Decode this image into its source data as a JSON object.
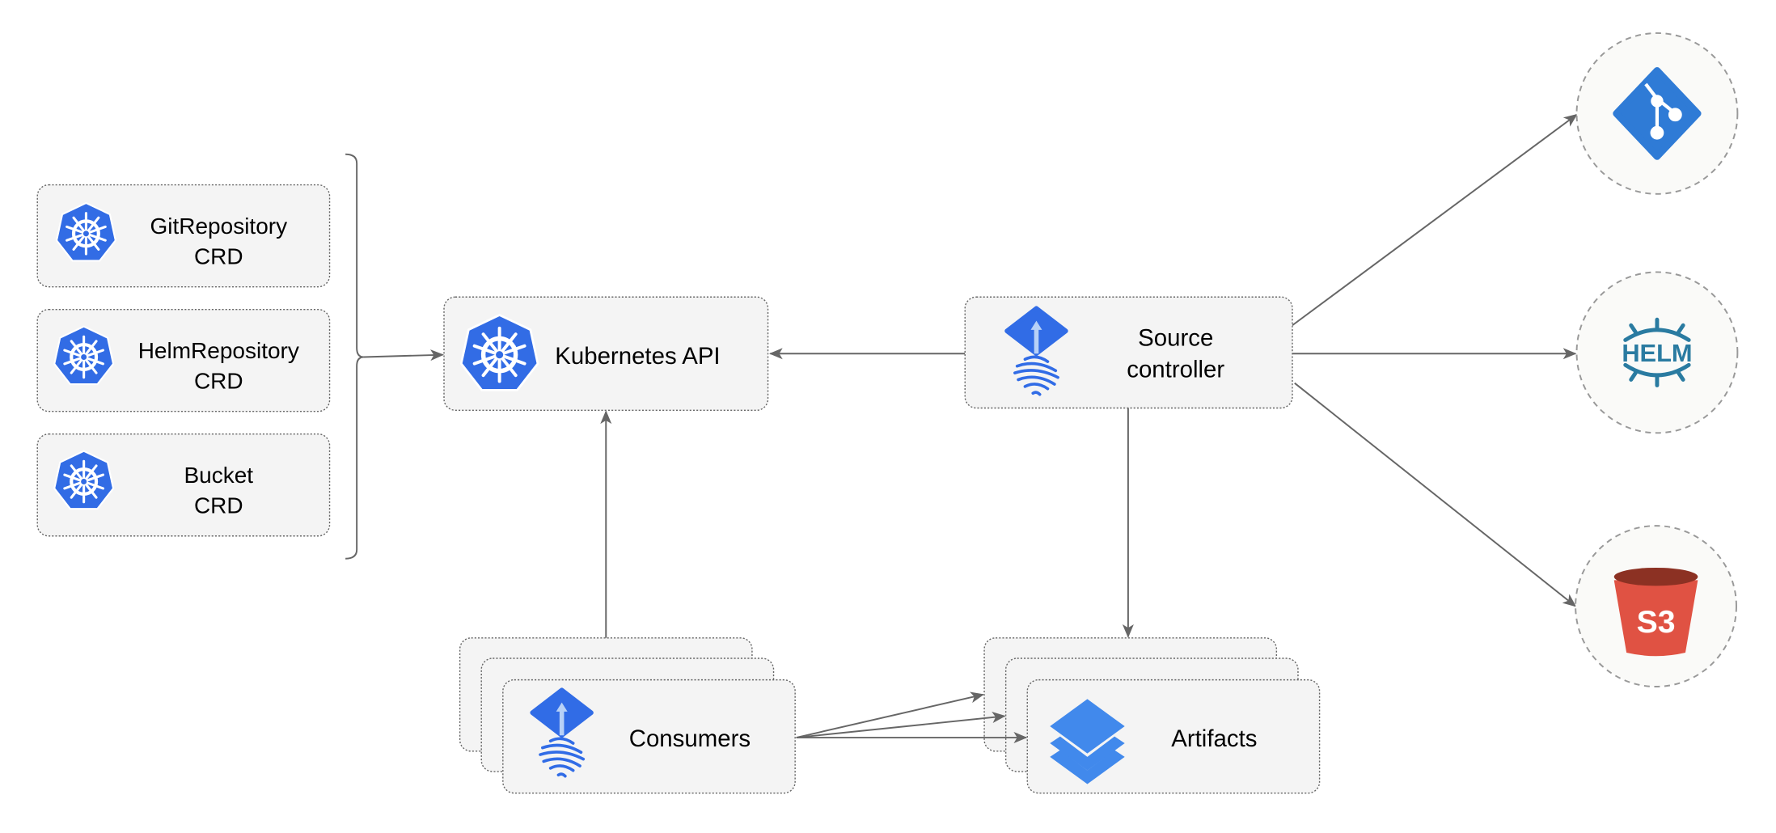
{
  "nodes": {
    "git_crd": {
      "line1": "GitRepository",
      "line2": "CRD",
      "icon": "kubernetes-icon"
    },
    "helm_crd": {
      "line1": "HelmRepository",
      "line2": "CRD",
      "icon": "kubernetes-icon"
    },
    "bucket_crd": {
      "line1": "Bucket",
      "line2": "CRD",
      "icon": "kubernetes-icon"
    },
    "kubernetes_api": {
      "label": "Kubernetes API",
      "icon": "kubernetes-icon"
    },
    "source_controller": {
      "line1": "Source",
      "line2": "controller",
      "icon": "flux-icon"
    },
    "consumers": {
      "label": "Consumers",
      "icon": "flux-icon"
    },
    "artifacts": {
      "label": "Artifacts",
      "icon": "layers-icon"
    }
  },
  "external": {
    "git": {
      "icon": "git-icon"
    },
    "helm": {
      "label": "HELM",
      "icon": "helm-icon"
    },
    "s3": {
      "label": "S3",
      "icon": "s3-bucket-icon"
    }
  },
  "edges": [
    {
      "from": "crds",
      "to": "kubernetes_api"
    },
    {
      "from": "source_controller",
      "to": "kubernetes_api"
    },
    {
      "from": "consumers",
      "to": "kubernetes_api"
    },
    {
      "from": "source_controller",
      "to": "artifacts"
    },
    {
      "from": "consumers",
      "to": "artifacts"
    },
    {
      "from": "source_controller",
      "to": "git"
    },
    {
      "from": "source_controller",
      "to": "helm"
    },
    {
      "from": "source_controller",
      "to": "s3"
    }
  ],
  "colors": {
    "kubernetes": "#326ce5",
    "flux": "#316ce6",
    "git": "#2f7bd6",
    "helm": "#2a7ba1",
    "s3_body": "#e05243",
    "s3_top": "#8c3123",
    "edge": "#666666"
  }
}
